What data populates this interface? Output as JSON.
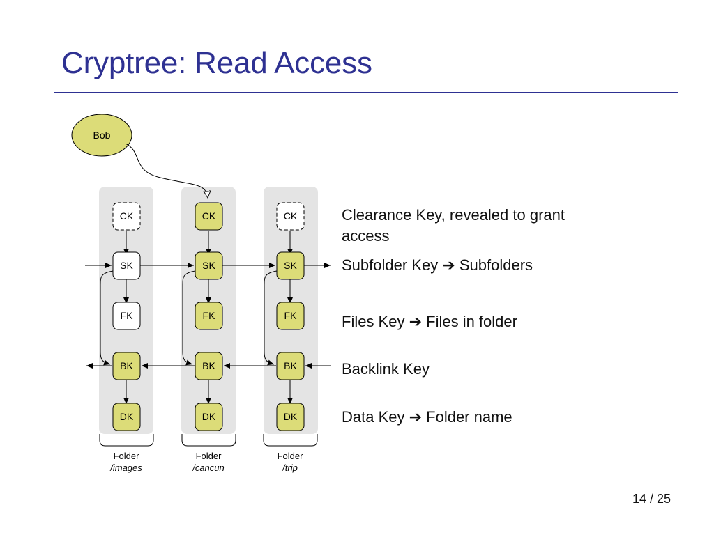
{
  "slide": {
    "title": "Cryptree: Read Access",
    "page": "14 / 25"
  },
  "diagram": {
    "user": "Bob",
    "folders": [
      {
        "label": "Folder",
        "path": "/images",
        "ck_revealed": false,
        "sk_highlight": false,
        "fk_highlight": false
      },
      {
        "label": "Folder",
        "path": "/cancun",
        "ck_revealed": true,
        "sk_highlight": true,
        "fk_highlight": true
      },
      {
        "label": "Folder",
        "path": "/trip",
        "ck_revealed": false,
        "sk_highlight": true,
        "fk_highlight": true
      }
    ],
    "keys": {
      "ck": "CK",
      "sk": "SK",
      "fk": "FK",
      "bk": "BK",
      "dk": "DK"
    },
    "colors": {
      "highlight_fill": "#dcdc78",
      "plain_fill": "#ffffff",
      "column_bg": "#e4e4e4",
      "bob_fill": "#dcdc78"
    }
  },
  "legend": {
    "ck": "Clearance Key, revealed to grant access",
    "sk": "Subfolder Key ➔ Subfolders",
    "fk": "Files Key ➔ Files in folder",
    "bk": "Backlink Key",
    "dk": "Data Key ➔ Folder name"
  }
}
